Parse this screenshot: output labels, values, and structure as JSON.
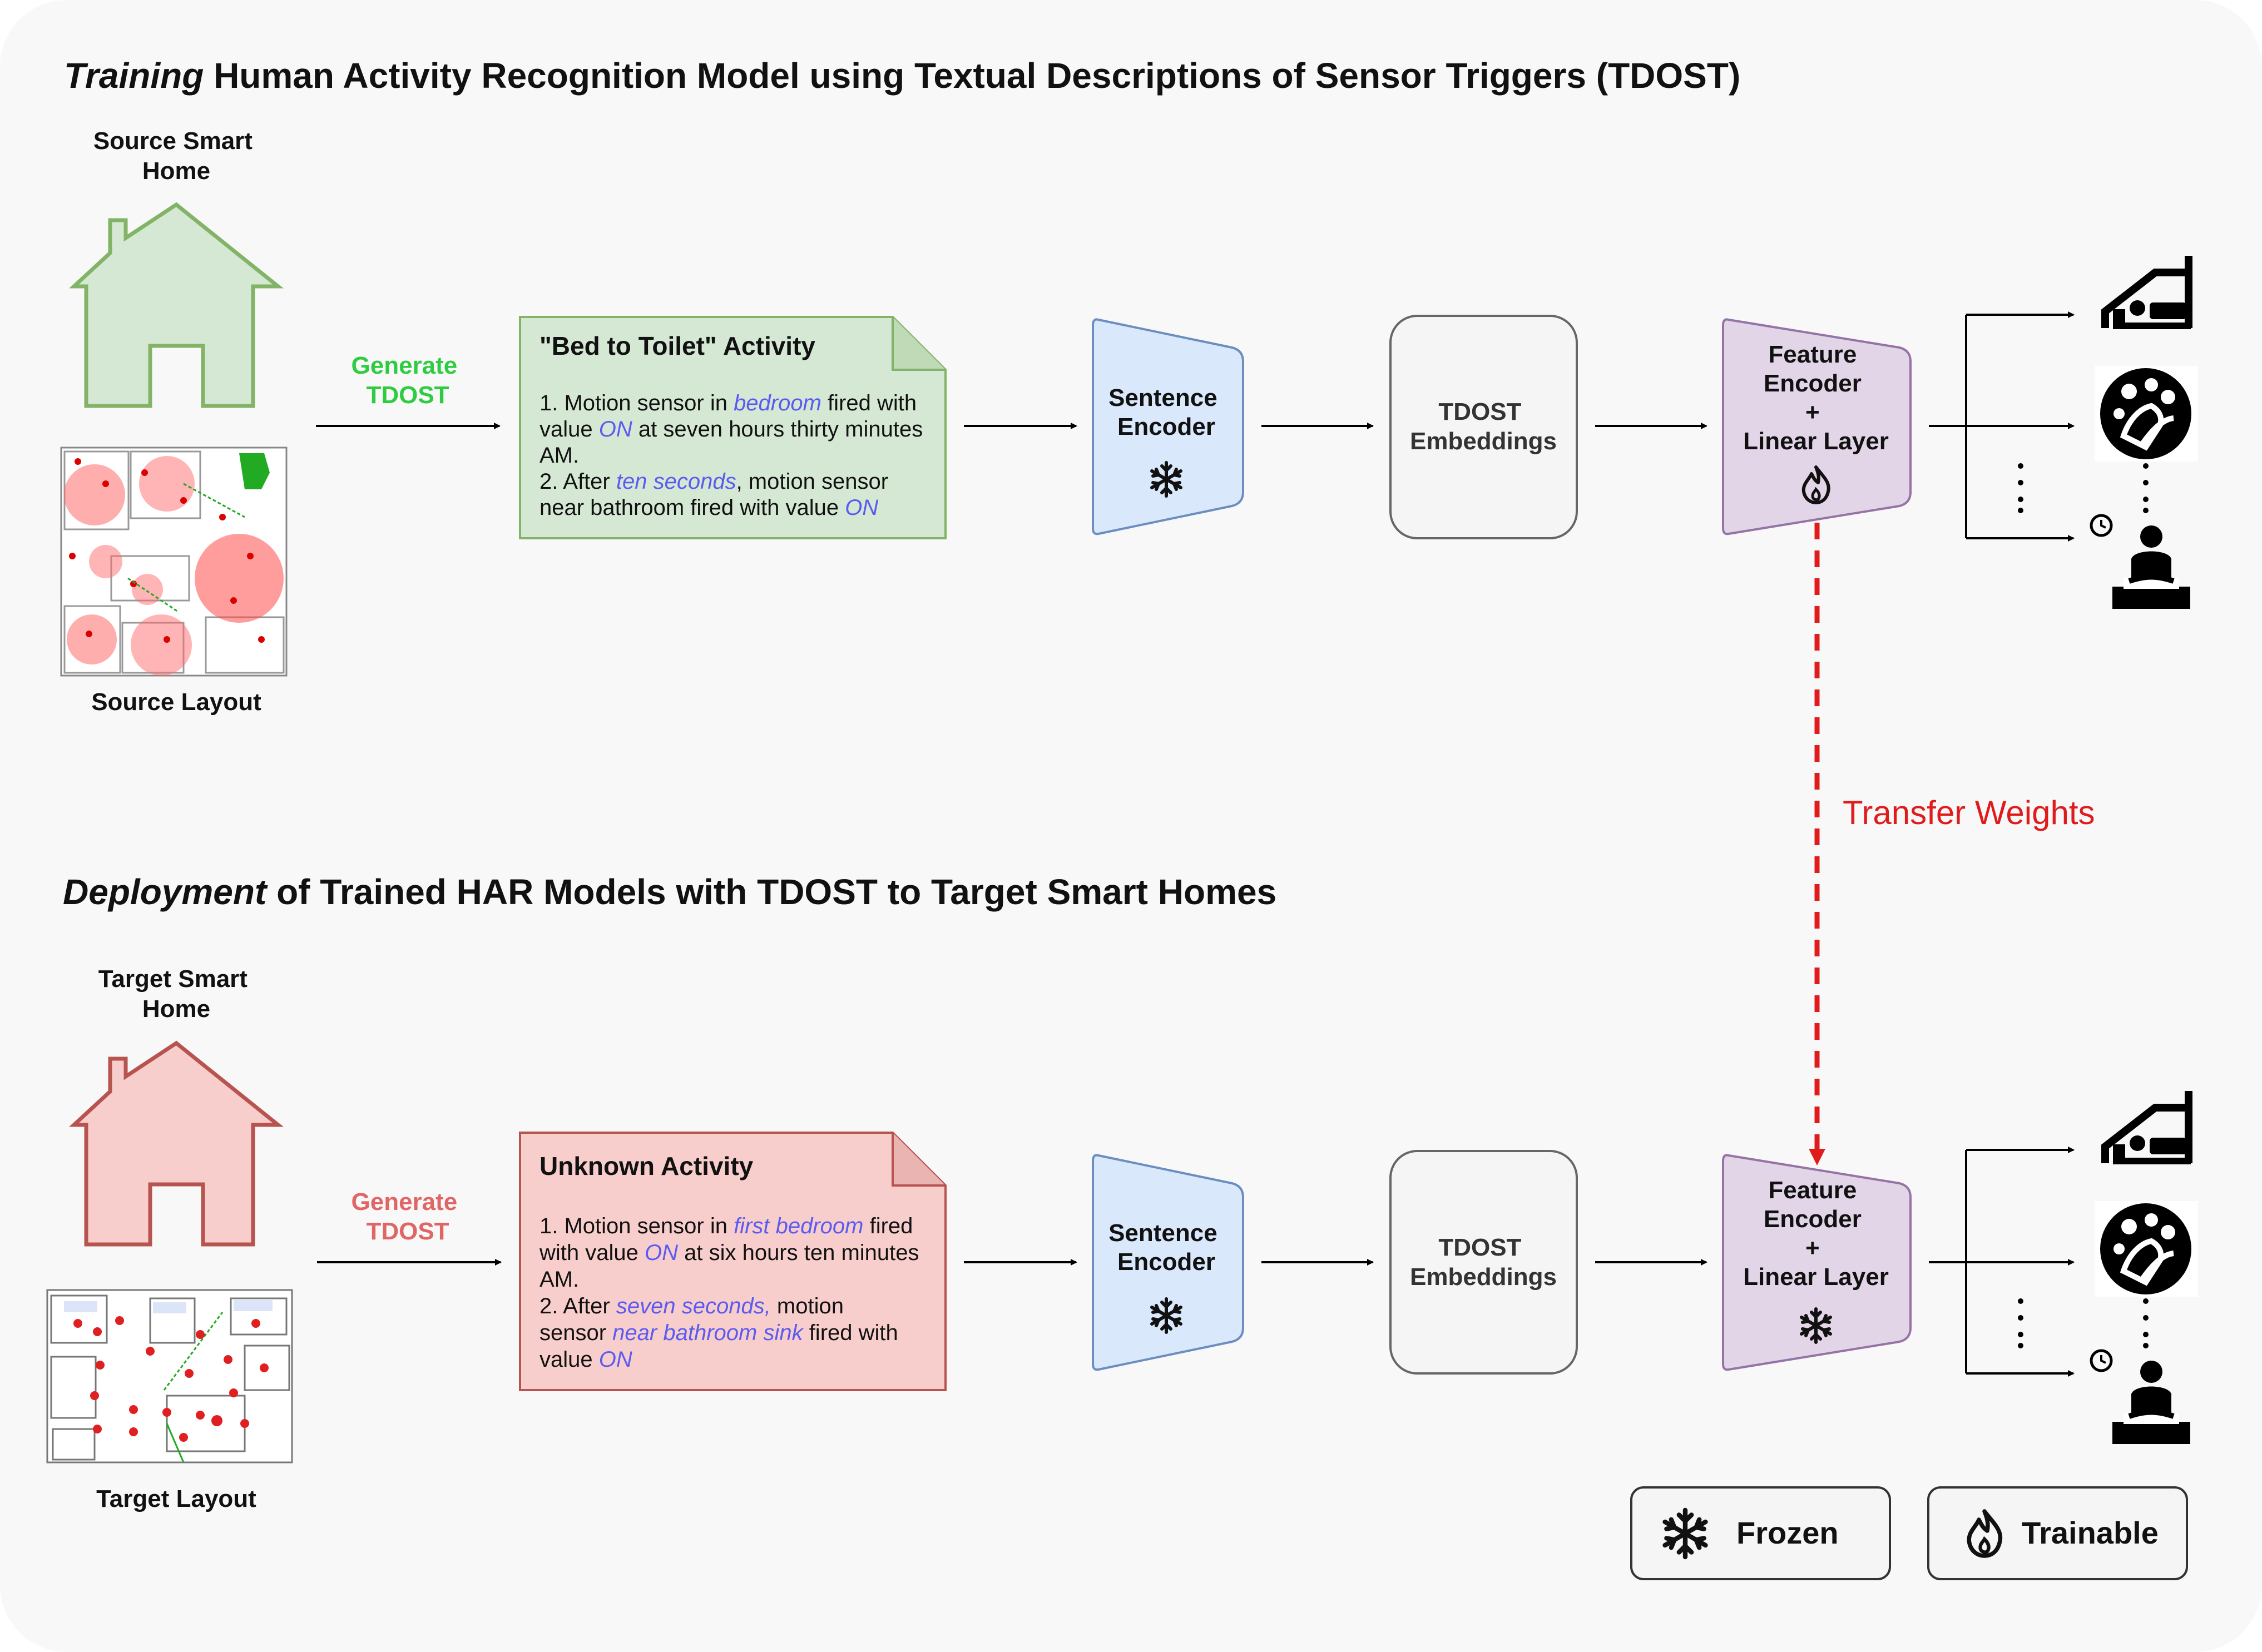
{
  "training": {
    "title_emph": "Training",
    "title_rest": " Human Activity Recognition Model using Textual Descriptions of Sensor Triggers (TDOST)",
    "home_label": [
      "Source Smart",
      "Home"
    ],
    "layout_label": "Source Layout",
    "generate_label": [
      "Generate",
      "TDOST"
    ],
    "text_card": {
      "title": "\"Bed to Toilet\" Activity",
      "lines": [
        [
          {
            "t": "1. Motion sensor in "
          },
          {
            "t": "bedroom",
            "hl": true
          },
          {
            "t": " fired with"
          }
        ],
        [
          {
            "t": "value "
          },
          {
            "t": "ON",
            "hl": true
          },
          {
            "t": " at seven hours thirty minutes"
          }
        ],
        [
          {
            "t": "AM."
          }
        ],
        [
          {
            "t": "2. After "
          },
          {
            "t": "ten seconds",
            "hl": true
          },
          {
            "t": ", motion sensor"
          }
        ],
        [
          {
            "t": "near bathroom fired with value "
          },
          {
            "t": "ON",
            "hl": true
          }
        ]
      ]
    },
    "sentence_encoder": [
      "Sentence",
      "Encoder"
    ],
    "embeddings": [
      "TDOST",
      "Embeddings"
    ],
    "feature_encoder": [
      "Feature",
      "Encoder",
      "+",
      "Linear Layer"
    ],
    "feature_state": "trainable"
  },
  "transfer_label": "Transfer Weights",
  "deployment": {
    "title_emph": "Deployment",
    "title_rest": " of Trained HAR Models with TDOST to Target Smart Homes",
    "home_label": [
      "Target Smart",
      "Home"
    ],
    "layout_label": "Target Layout",
    "generate_label": [
      "Generate",
      "TDOST"
    ],
    "text_card": {
      "title": "Unknown Activity",
      "lines": [
        [
          {
            "t": "1. Motion sensor in "
          },
          {
            "t": "first bedroom",
            "hl": true
          },
          {
            "t": " fired"
          }
        ],
        [
          {
            "t": "with value "
          },
          {
            "t": "ON",
            "hl": true
          },
          {
            "t": " at six hours ten minutes"
          }
        ],
        [
          {
            "t": "AM."
          }
        ],
        [
          {
            "t": "2. After "
          },
          {
            "t": "seven seconds,",
            "hl": true
          },
          {
            "t": " motion"
          }
        ],
        [
          {
            "t": "sensor "
          },
          {
            "t": "near bathroom sink",
            "hl": true
          },
          {
            "t": " fired with"
          }
        ],
        [
          {
            "t": "value "
          },
          {
            "t": "ON",
            "hl": true
          }
        ]
      ]
    },
    "sentence_encoder": [
      "Sentence",
      "Encoder"
    ],
    "embeddings": [
      "TDOST",
      "Embeddings"
    ],
    "feature_encoder": [
      "Feature",
      "Encoder",
      "+",
      "Linear Layer"
    ],
    "feature_state": "frozen"
  },
  "legend": {
    "frozen_label": "Frozen",
    "trainable_label": "Trainable"
  },
  "icons": {
    "frozen": "snowflake-icon",
    "trainable": "flame-icon",
    "outputs": [
      "sleeping-icon",
      "washing-hands-icon",
      "meditating-person-icon"
    ]
  },
  "colors": {
    "source_home": "#82b366",
    "source_fill": "#d5e8d4",
    "target_home": "#b85450",
    "target_fill": "#f8cecc",
    "generate_source": "#2ecc40",
    "generate_target": "#e06666",
    "encoder_fill": "#dae8fc",
    "encoder_stroke": "#6c8ebf",
    "feature_fill": "#e1d5e7",
    "feature_stroke": "#9673a6",
    "transfer": "#e01b1b",
    "highlight": "#5b5bf0"
  }
}
